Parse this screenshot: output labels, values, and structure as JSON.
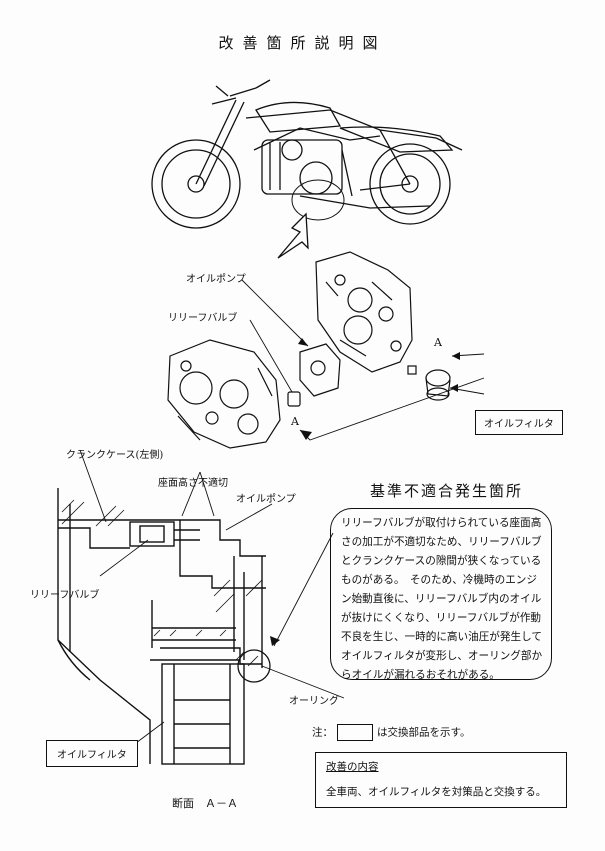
{
  "title": "改善箇所説明図",
  "labels": {
    "oil_pump_top": "オイルポンプ",
    "relief_valve_top": "リリーフバルブ",
    "marker_a_right": "A",
    "marker_a_left": "A",
    "oil_filter_top": "オイルフィルタ",
    "crankcase": "クランクケース(左側)",
    "seat_height": "座面高さ不適切",
    "oil_pump_section": "オイルポンプ",
    "relief_valve_section": "リリーフバルブ",
    "o_ring": "オーリング",
    "oil_filter_section": "オイルフィルタ",
    "section_label": "断面　Ａ－Ａ"
  },
  "defect": {
    "heading": "基準不適合発生箇所",
    "description": "リリーフバルブが取付けられている座面高さの加工が不適切なため、リリーフバルブとクランクケースの隙間が狭くなっているものがある。　そのため、冷機時のエンジン始動直後に、リリーフバルブ内のオイルが抜けにくくなり、リリーフバルブが作動不良を生じ、一時的に高い油圧が発生してオイルフィルタが変形し、オーリング部からオイルが漏れるおそれがある。"
  },
  "note": {
    "prefix": "注：",
    "suffix": "は交換部品を示す。"
  },
  "improvement": {
    "title": "改善の内容",
    "text": "全車両、オイルフィルタを対策品と交換する。"
  }
}
